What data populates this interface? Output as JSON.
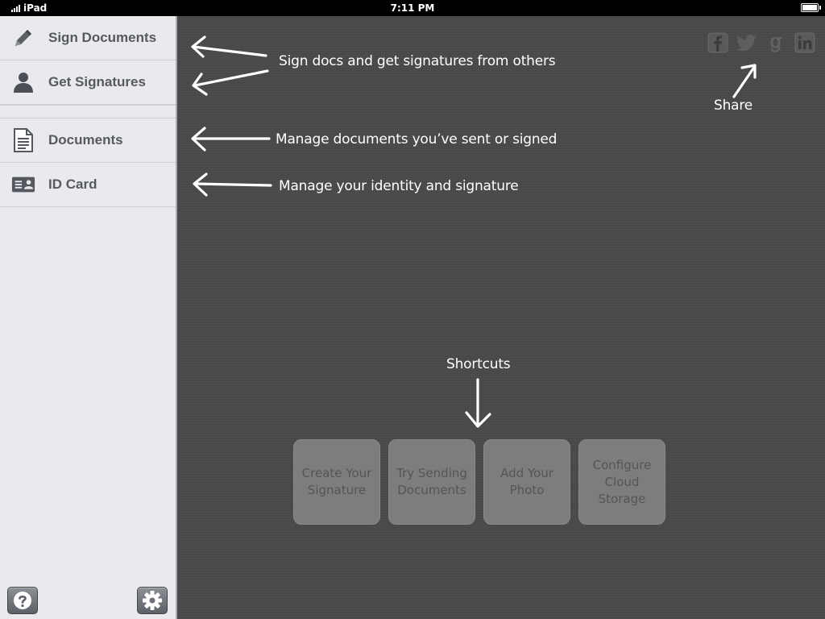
{
  "status_bar": {
    "carrier": "iPad",
    "time": "7:11 PM"
  },
  "sidebar": {
    "items": [
      {
        "label": "Sign Documents",
        "icon": "pencil-icon"
      },
      {
        "label": "Get Signatures",
        "icon": "person-icon"
      },
      {
        "label": "Documents",
        "icon": "document-icon"
      },
      {
        "label": "ID Card",
        "icon": "id-card-icon"
      }
    ],
    "footer": {
      "help_icon": "help-icon",
      "settings_icon": "gear-icon"
    }
  },
  "main": {
    "annotations": {
      "sign": "Sign docs and get signatures from others",
      "manage_docs": "Manage  documents you’ve sent or signed",
      "identity": "Manage your identity and signature",
      "share": "Share",
      "shortcuts": "Shortcuts"
    },
    "share_icons": [
      "facebook-icon",
      "twitter-icon",
      "google-icon",
      "linkedin-icon"
    ],
    "shortcut_tiles": [
      {
        "line1": "Create Your",
        "line2": "Signature",
        "line3": ""
      },
      {
        "line1": "Try Sending",
        "line2": "Documents",
        "line3": ""
      },
      {
        "line1": "Add Your",
        "line2": "Photo",
        "line3": ""
      },
      {
        "line1": "Configure",
        "line2": "Cloud",
        "line3": "Storage"
      }
    ]
  },
  "colors": {
    "sidebar_bg": "#e9e9ee",
    "main_bg": "#4a4a4c",
    "tile_bg": "#7d7d7f",
    "chalk": "#ffffff"
  }
}
